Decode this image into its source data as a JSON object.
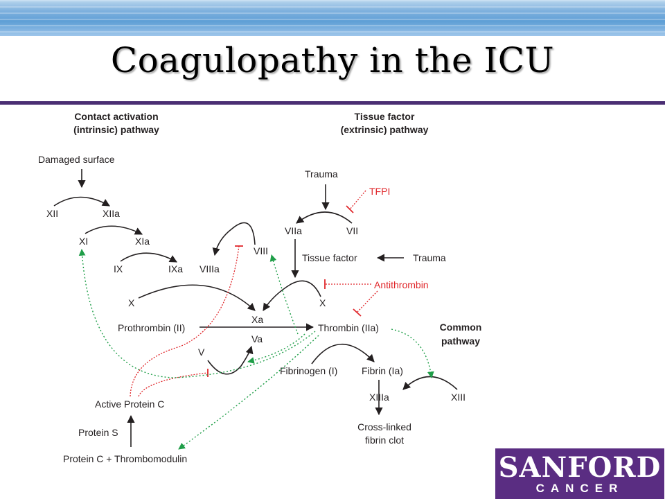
{
  "slide": {
    "title": "Coagulopathy in the ICU"
  },
  "diagram": {
    "headers": {
      "intrinsic_line1": "Contact activation",
      "intrinsic_line2": "(intrinsic) pathway",
      "extrinsic_line1": "Tissue factor",
      "extrinsic_line2": "(extrinsic) pathway",
      "common_line1": "Common",
      "common_line2": "pathway"
    },
    "nodes": {
      "damaged_surface": "Damaged surface",
      "xii": "XII",
      "xiia": "XIIa",
      "xi": "XI",
      "xia": "XIa",
      "ix": "IX",
      "ixa": "IXa",
      "viiia": "VIIIa",
      "viii": "VIII",
      "x_left": "X",
      "xa": "Xa",
      "prothrombin": "Prothrombin (II)",
      "va": "Va",
      "v": "V",
      "active_protein_c": "Active Protein C",
      "protein_s": "Protein S",
      "protein_c_thrombomodulin": "Protein C + Thrombomodulin",
      "trauma_top": "Trauma",
      "tfpi": "TFPI",
      "viia": "VIIa",
      "vii": "VII",
      "tissue_factor": "Tissue factor",
      "trauma_right": "Trauma",
      "antithrombin": "Antithrombin",
      "x_right": "X",
      "thrombin": "Thrombin (IIa)",
      "fibrinogen": "Fibrinogen (I)",
      "fibrin": "Fibrin (Ia)",
      "xiiia": "XIIIa",
      "xiii": "XIII",
      "clot_line1": "Cross-linked",
      "clot_line2": "fibrin clot"
    },
    "colors": {
      "text": "#231f20",
      "inhibitor": "#e0262a",
      "feedback": "#1f9e48"
    }
  },
  "logo": {
    "name": "SANFORD",
    "subtitle": "CANCER"
  },
  "colors": {
    "accent_purple": "#4a2e73",
    "logo_purple": "#5a2d82",
    "banner_blue": "#5f9fd6"
  }
}
